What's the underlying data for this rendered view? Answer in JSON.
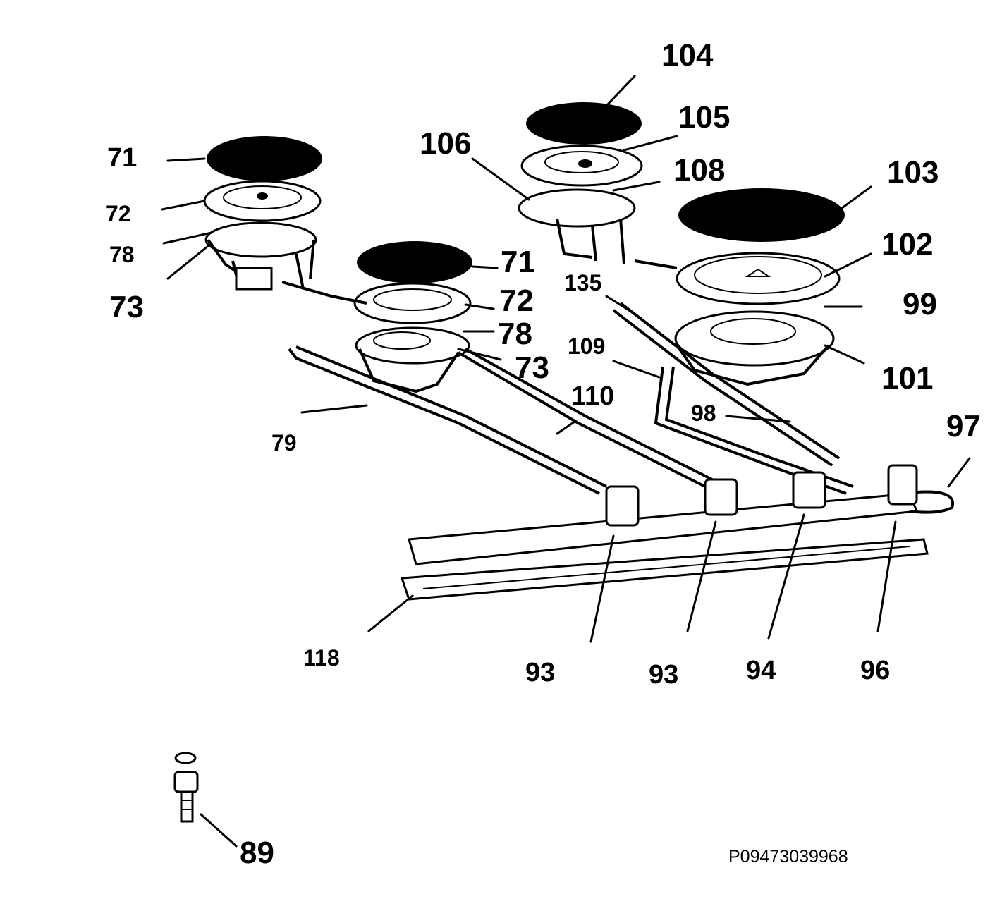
{
  "diagram": {
    "labels": {
      "l71a": "71",
      "l72a": "72",
      "l78a": "78",
      "l73a": "73",
      "l71b": "71",
      "l72b": "72",
      "l78b": "78",
      "l73b": "73",
      "l104": "104",
      "l105": "105",
      "l106": "106",
      "l108": "108",
      "l103": "103",
      "l102": "102",
      "l99": "99",
      "l101": "101",
      "l135": "135",
      "l109": "109",
      "l110": "110",
      "l79": "79",
      "l98": "98",
      "l97": "97",
      "l118": "118",
      "l93a": "93",
      "l93b": "93",
      "l94": "94",
      "l96": "96",
      "l89": "89"
    },
    "code": "P09473039968"
  }
}
